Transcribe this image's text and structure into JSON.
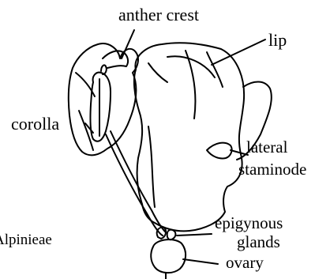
{
  "diagram": {
    "labels": {
      "anther_crest": "anther crest",
      "lip": "lip",
      "corolla": "corolla",
      "lateral_staminode_line1": "lateral",
      "lateral_staminode_line2": "staminode",
      "epigynous_line1": "epigynous",
      "epigynous_line2": "glands",
      "ovary": "ovary",
      "tribe": "Alpinieae"
    }
  }
}
